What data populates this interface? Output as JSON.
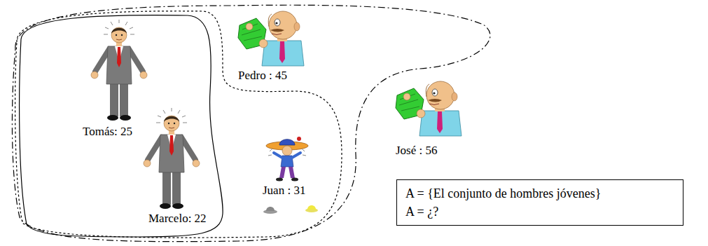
{
  "diagram": {
    "nodes": [
      {
        "text": [
          "Pedro : 45"
        ]
      },
      {
        "text": [
          "Juan : 31"
        ],
        "in": 0
      },
      {
        "text": [
          "Tomás: 25",
          "Marcelo: 22"
        ],
        "in": 1
      },
      {
        "text": [
          "A = {El conjunto de hombres jóvenes}",
          "A = ¿?"
        ]
      }
    ],
    "labels": [
      "José : 56"
    ]
  }
}
